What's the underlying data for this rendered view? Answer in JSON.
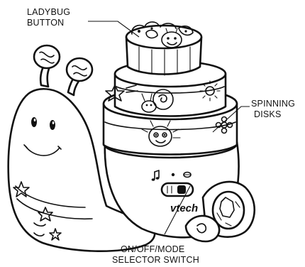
{
  "labels": {
    "ladybug_line1": "LADYBUG",
    "ladybug_line2": "BUTTON",
    "spinning_line1": "SPINNING",
    "spinning_line2": "DISKS",
    "switch_line1": "ON/OFF/MODE",
    "switch_line2": "SELECTOR SWITCH"
  },
  "brand": "vtech",
  "colors": {
    "ink": "#111111",
    "background": "#ffffff"
  }
}
